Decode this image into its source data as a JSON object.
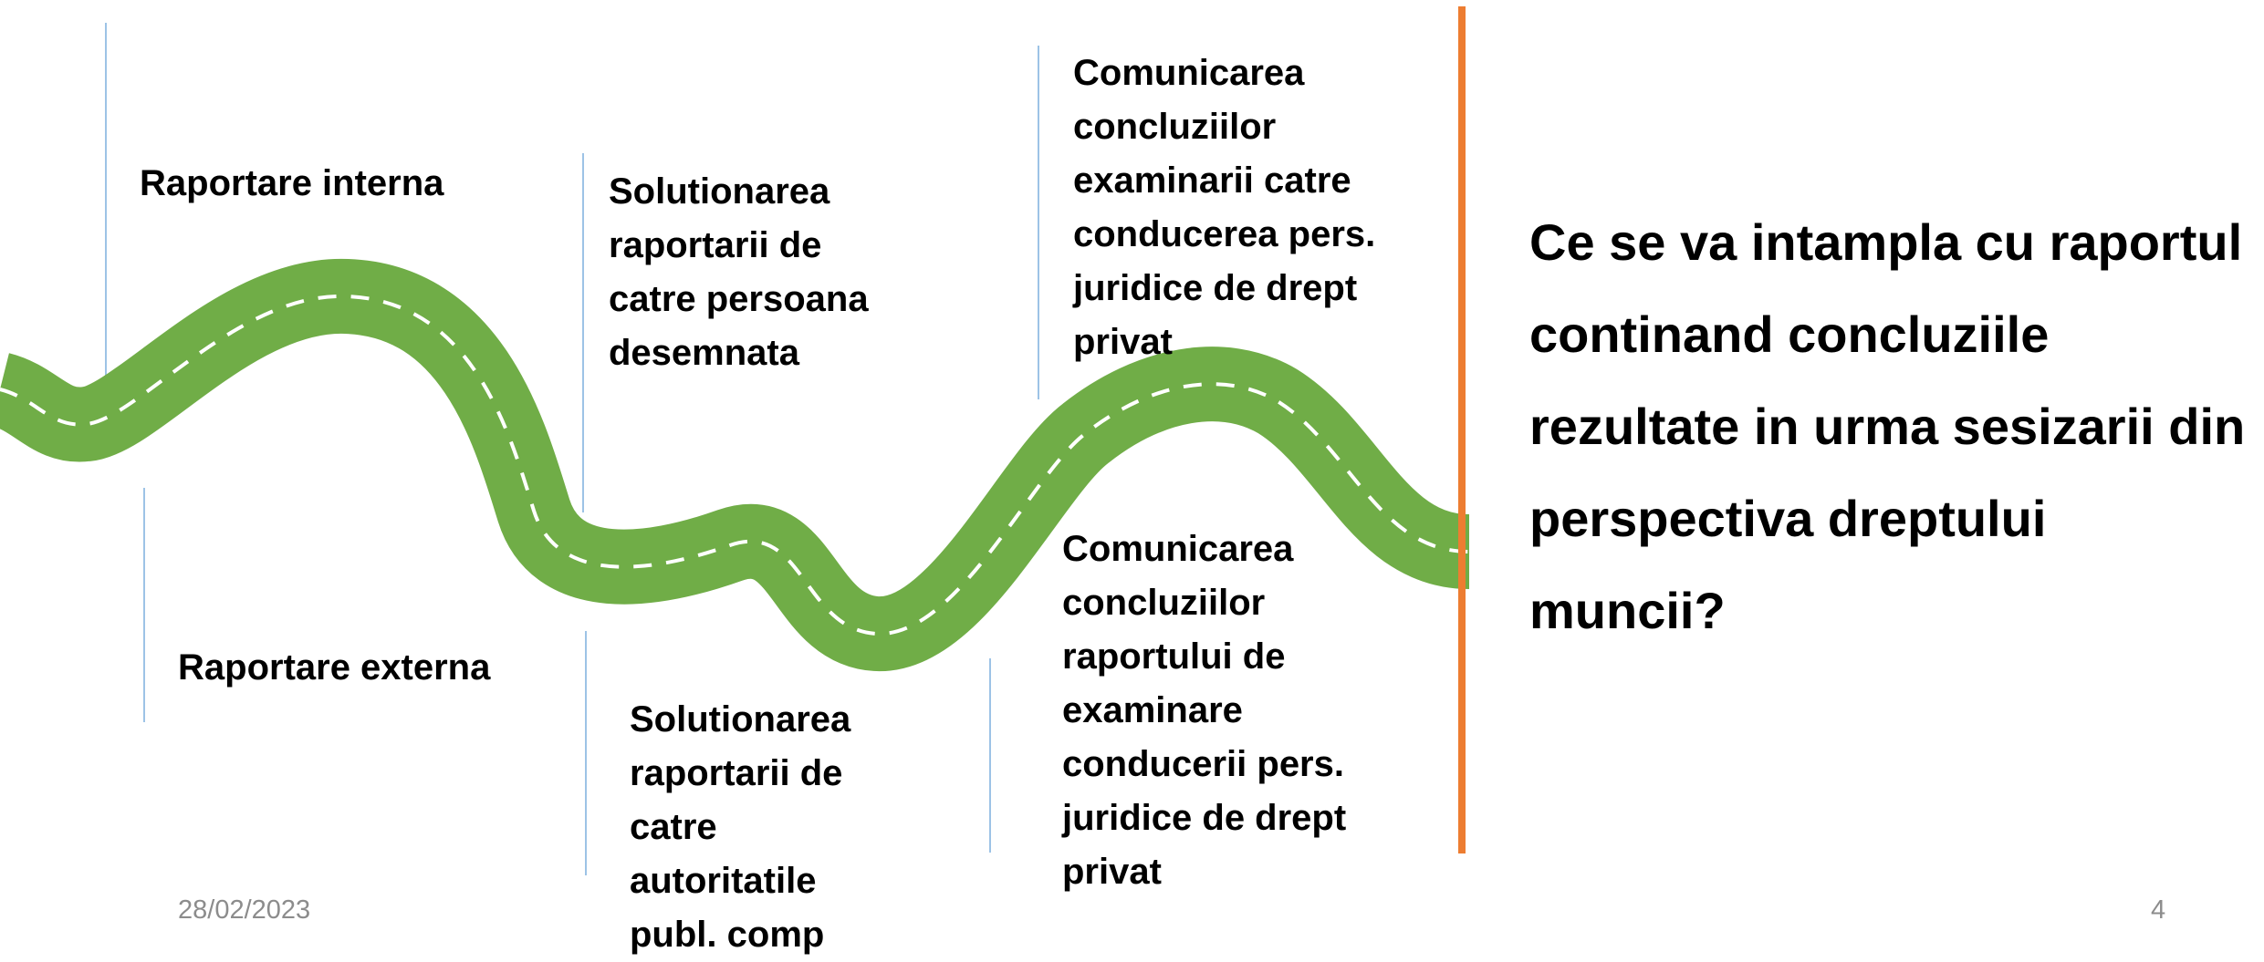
{
  "colors": {
    "road": "#70ad47",
    "road_marking": "#ffffff",
    "connector_line": "#9dc3e6",
    "divider": "#ed7d31",
    "text": "#000000",
    "footer_text": "#8c8c8c"
  },
  "steps": {
    "raportare_interna": "Raportare interna",
    "raportare_externa": "Raportare externa",
    "solutionare_persoana": "Solutionarea\nraportarii de\ncatre persoana\ndesemnata",
    "solutionare_autoritati": "Solutionarea\nraportarii de\ncatre\nautoritatile\npubl. comp",
    "comunicare_examinare": "Comunicarea\nconcluziilor\nexaminarii catre\nconducerea pers.\njuridice de drept\nprivat",
    "comunicare_raport": "Comunicarea\nconcluziilor\nraportului de\nexaminare\nconducerii pers.\njuridice de drept\nprivat"
  },
  "question": "Ce se va intampla cu raportul\ncontinand concluziile\nrezultate in urma sesizarii din\nperspectiva dreptului\nmuncii?",
  "footer": {
    "date": "28/02/2023",
    "page_number": "4"
  }
}
